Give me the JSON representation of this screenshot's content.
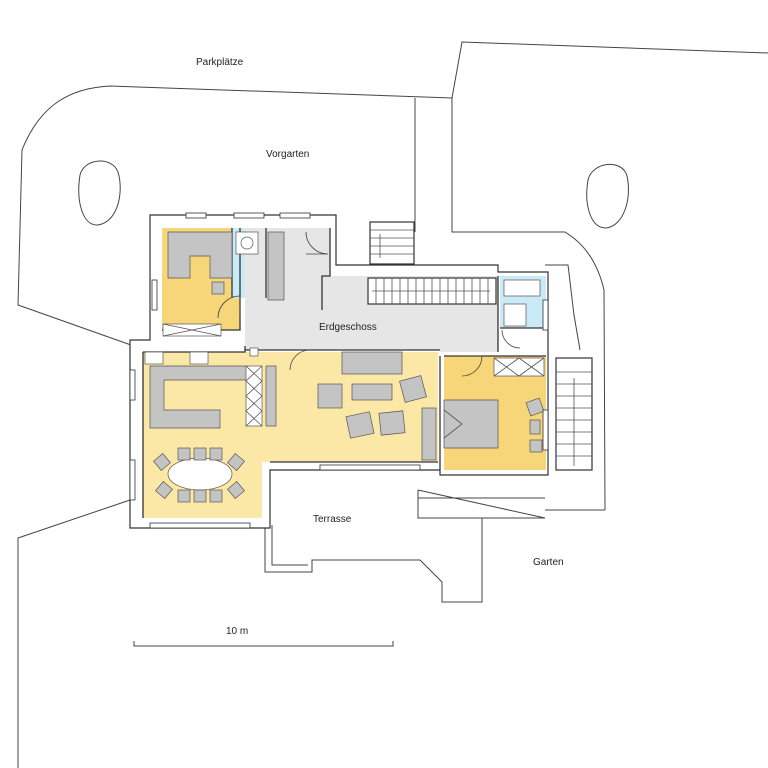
{
  "labels": {
    "parking": "Parkplätze",
    "front_garden": "Vorgarten",
    "floor": "Erdgeschoss",
    "terrace": "Terrasse",
    "garden": "Garten",
    "scale": "10 m"
  },
  "colors": {
    "living": "#fbe8a6",
    "bedroom": "#f7d67a",
    "circulation": "#e6e6e6",
    "bathroom": "#c9eaf6",
    "furniture": "#c4c4c4",
    "line": "#333333"
  }
}
